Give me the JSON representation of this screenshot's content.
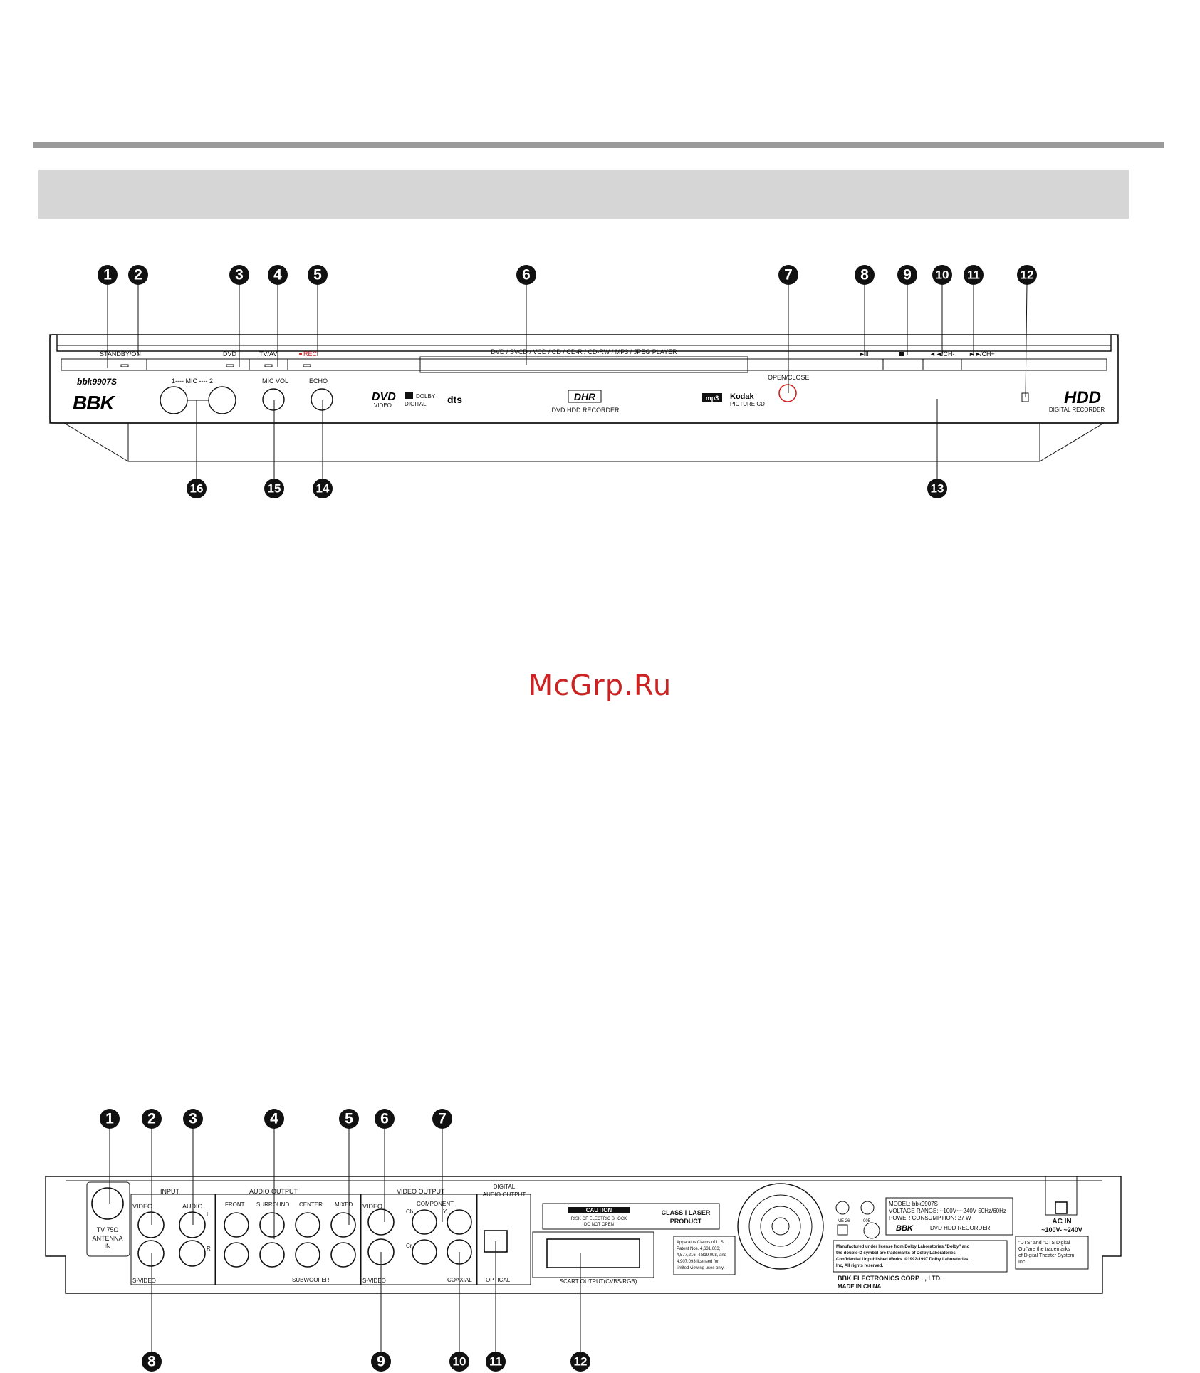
{
  "front_panel": {
    "model": "bbk9907S",
    "brand": "BBK",
    "buttons": {
      "standby": "STANDBY/ON",
      "dvd": "DVD",
      "tvav": "TV/AV",
      "rec": "REC",
      "open_close": "OPEN/CLOSE",
      "prev": "/CH-",
      "next": "/CH+"
    },
    "tray_label": "DVD / SVCD / VCD / CD / CD-R / CD-RW / MP3 / JPEG PLAYER",
    "mic_label": "1---- MIC ---- 2",
    "mic_vol": "MIC VOL",
    "echo": "ECHO",
    "center_logo": "DHR",
    "center_text": "DVD HDD RECORDER",
    "logos": {
      "dvd": "DVD",
      "dvd_sub": "VIDEO",
      "dolby": "DOLBY",
      "dolby_sub": "DIGITAL",
      "dts": "dts",
      "mp3": "mp3",
      "kodak": "Kodak",
      "kodak_sub": "PICTURE CD"
    },
    "hdd": "HDD",
    "hdd_sub": "DIGITAL RECORDER",
    "callouts": [
      "1",
      "2",
      "3",
      "4",
      "5",
      "6",
      "7",
      "8",
      "9",
      "10",
      "11",
      "12",
      "16",
      "15",
      "14",
      "13"
    ]
  },
  "watermark": "McGrp.Ru",
  "rear_panel": {
    "antenna": [
      "TV 75Ω",
      "ANTENNA",
      "IN"
    ],
    "input": "INPUT",
    "input_video": "VIDEO",
    "input_audio": "AUDIO",
    "input_svideo": "S-VIDEO",
    "l": "L",
    "r": "R",
    "audio_output": "AUDIO  OUTPUT",
    "front": "FRONT",
    "surround": "SURROUND",
    "center": "CENTER",
    "mixed": "MIXED",
    "subwoofer": "SUBWOOFER",
    "video_output": "VIDEO  OUTPUT",
    "vo_video": "VIDEO",
    "vo_svideo": "S-VIDEO",
    "component": "COMPONENT",
    "cb": "Cb",
    "cr": "Cr",
    "y": "Y",
    "digital_audio_output": [
      "DIGITAL",
      "AUDIO OUTPUT"
    ],
    "coaxial": "COAXIAL",
    "optical": "OPTICAL",
    "caution": "CAUTION",
    "caution_sub": [
      "RISK OF ELECTRIC SHOCK",
      "DO NOT OPEN"
    ],
    "laser": [
      "CLASS  Ⅰ  LASER",
      "PRODUCT"
    ],
    "scart": "SCART OUTPUT(CVBS/RGB)",
    "patent": [
      "Apparatus Claims of U.S.",
      "Patent Nos. 4,631,603;",
      "4,577,216; 4,819,098, and",
      "4,907,093 licensed for",
      "limited viewing uses only."
    ],
    "cert": [
      "ME 26",
      "005"
    ],
    "label": [
      "MODEL: bbk9907S",
      "VOLTAGE RANGE:  ~100V~~240V  50Hz/60Hz",
      "POWER CONSUMPTION:  27 W"
    ],
    "label_brand": "BBK",
    "label_product": "DVD HDD RECORDER",
    "dolby_note": [
      "Manufactured under license from Dolby Laboratories.\"Dolby\" and",
      "the double-D symbol are trademarks of Dolby Laboratories.",
      "Confidential Unpublished Works. ©1992-1997 Dolby Laboratories,",
      "Inc, All rights reserved."
    ],
    "dts_note": [
      "\"DTS\" and \"DTS Digital",
      "Out\"are  the  trademarks",
      "of Digital Theater System,",
      "Inc."
    ],
    "maker": [
      "BBK  ELECTRONICS  CORP . , LTD.",
      "MADE IN CHINA"
    ],
    "ac_in": [
      "AC IN",
      "~100V- ~240V"
    ],
    "callouts": [
      "1",
      "2",
      "3",
      "4",
      "5",
      "6",
      "7",
      "8",
      "9",
      "10",
      "11",
      "12"
    ]
  }
}
